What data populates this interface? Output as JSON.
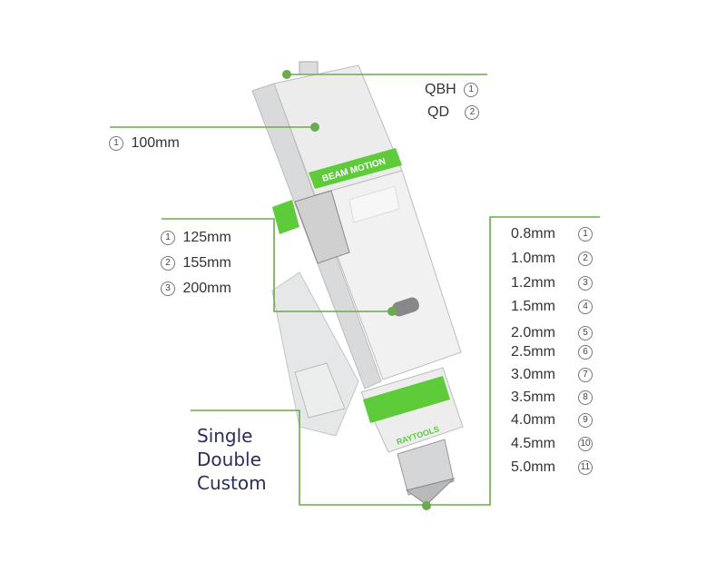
{
  "colors": {
    "callout_line": "#6aab4b",
    "accent_green": "#5dcb3a",
    "mode_text": "#2b2d5a"
  },
  "connector": {
    "items": [
      {
        "label": "QBH",
        "num": "1"
      },
      {
        "label": "QD",
        "num": "2"
      }
    ]
  },
  "collimation": {
    "items": [
      {
        "num": "1",
        "label": "100mm"
      }
    ]
  },
  "focus": {
    "items": [
      {
        "num": "1",
        "label": "125mm"
      },
      {
        "num": "2",
        "label": "155mm"
      },
      {
        "num": "3",
        "label": "200mm"
      }
    ]
  },
  "nozzle_type": {
    "items": [
      "Single",
      "Double",
      "Custom"
    ]
  },
  "nozzle_size": {
    "items": [
      {
        "label": "0.8mm",
        "num": "1"
      },
      {
        "label": "1.0mm",
        "num": "2"
      },
      {
        "label": "1.2mm",
        "num": "3"
      },
      {
        "label": "1.5mm",
        "num": "4"
      },
      {
        "label": "2.0mm",
        "num": "5"
      },
      {
        "label": "2.5mm",
        "num": "6"
      },
      {
        "label": "3.0mm",
        "num": "7"
      },
      {
        "label": "3.5mm",
        "num": "8"
      },
      {
        "label": "4.0mm",
        "num": "9"
      },
      {
        "label": "4.5mm",
        "num": "10"
      },
      {
        "label": "5.0mm",
        "num": "11"
      }
    ]
  },
  "product": {
    "band_text": "BEAM MOTION",
    "brand": "RAYTOOLS"
  }
}
